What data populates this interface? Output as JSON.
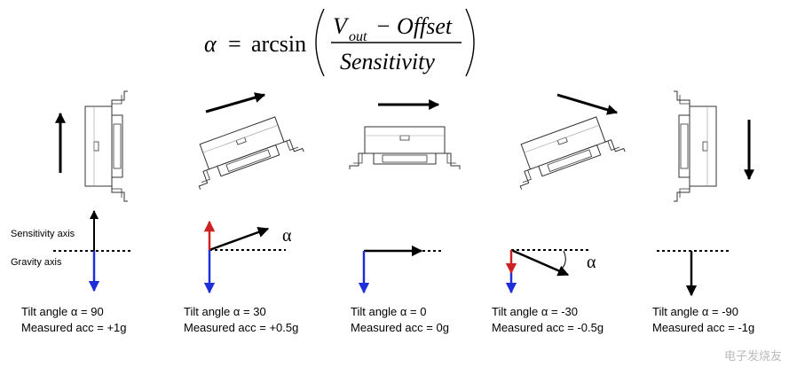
{
  "formula": {
    "lhs": "α",
    "eq": "=",
    "fn": "arcsin",
    "num_v": "V",
    "num_sub": "out",
    "num_rest": "− Offset",
    "den": "Sensitivity"
  },
  "labels": {
    "sensitivity_axis": "Sensitivity axis",
    "gravity_axis": "Gravity axis",
    "alpha": "α"
  },
  "panels": [
    {
      "tilt": "Tilt angle α = 90",
      "acc": "Measured acc = +1g"
    },
    {
      "tilt": "Tilt angle α = 30",
      "acc": "Measured acc = +0.5g"
    },
    {
      "tilt": "Tilt angle α = 0",
      "acc": "Measured acc = 0g"
    },
    {
      "tilt": "Tilt angle α = -30",
      "acc": "Measured acc = -0.5g"
    },
    {
      "tilt": "Tilt angle α = -90",
      "acc": "Measured acc = -1g"
    }
  ],
  "watermark": "电子发烧友",
  "colors": {
    "red": "#cc2222",
    "blue": "#1f2fd8",
    "black": "#000000"
  }
}
